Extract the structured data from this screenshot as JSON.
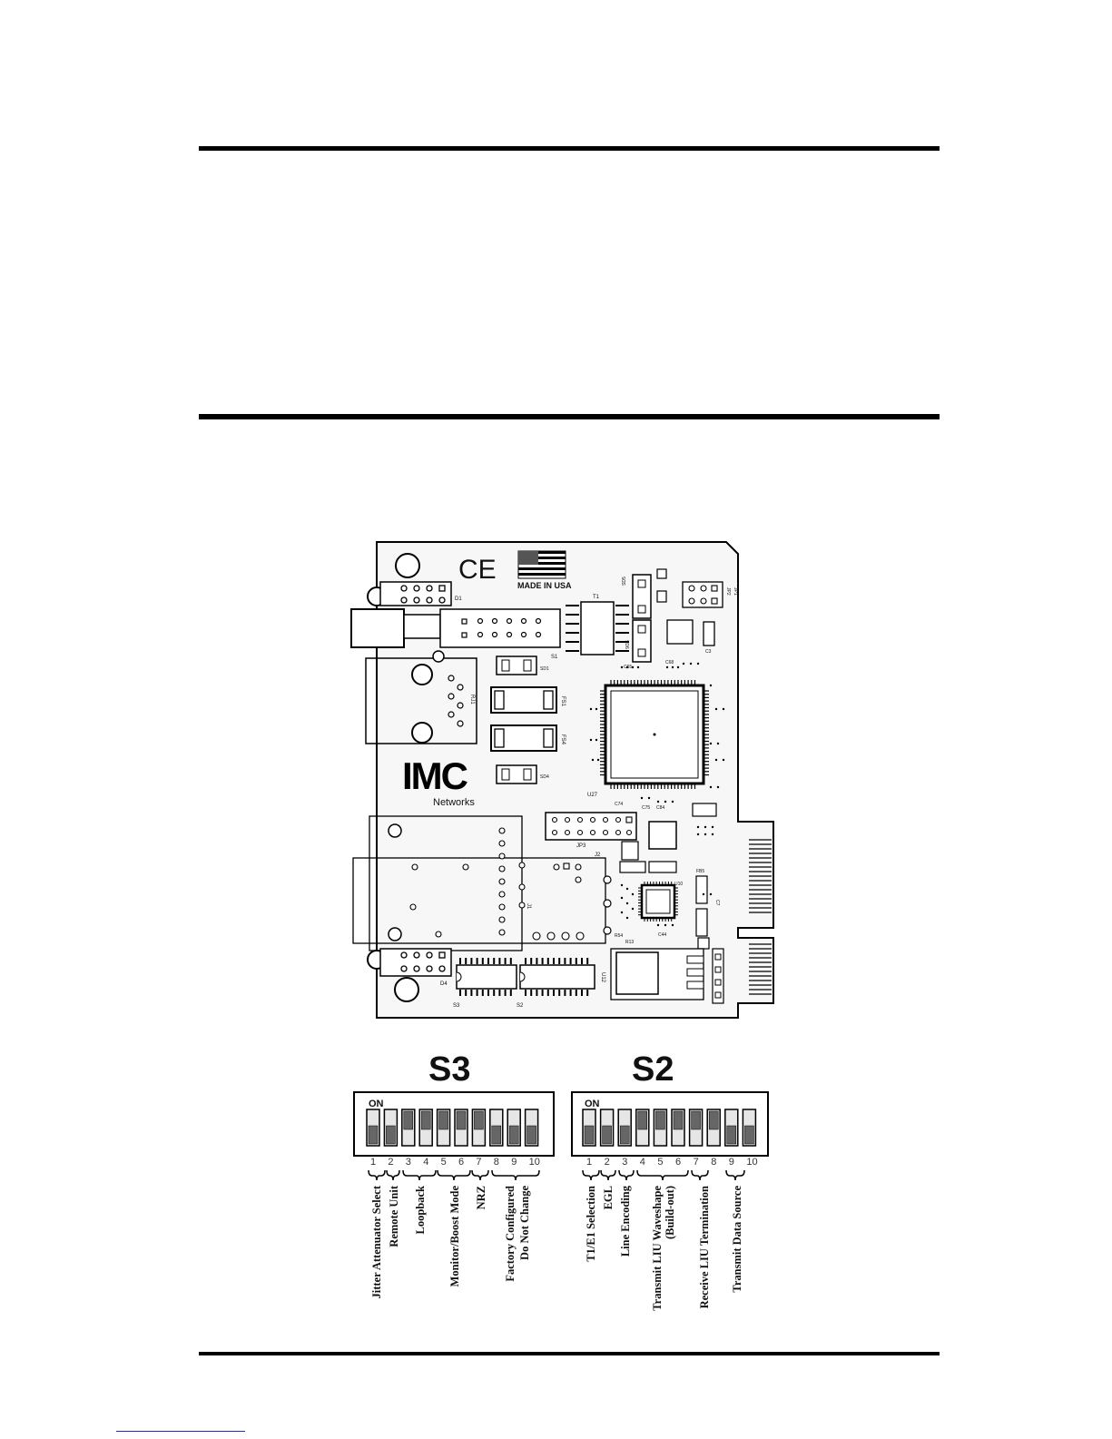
{
  "board": {
    "made_in": "MADE IN USA",
    "ce_mark": "CE",
    "logo_text": "IMC",
    "logo_sub": "Networks",
    "silkscreen": {
      "d1": "D1",
      "d4": "D4",
      "s1": "S1",
      "s2": "S2",
      "s3": "S3",
      "t1": "T1",
      "u27": "U27",
      "u10": "U10",
      "u12": "U12",
      "jp3": "JP3",
      "j1": "J1",
      "j2": "J2",
      "rj1": "RJ1",
      "fs1": "FS1",
      "fs4": "FS4",
      "sd1": "SD1",
      "sd4": "SD4",
      "sd5": "SD5",
      "sd6": "SD6",
      "c65": "C65",
      "c68": "C68",
      "c74": "C74",
      "c75": "C75",
      "c84": "C84",
      "fb5": "FB5",
      "r54": "R54",
      "r13": "R13",
      "c44": "C44",
      "c7": "C7",
      "c3": "C3",
      "jp1": "JP1",
      "jp2": "JP2"
    }
  },
  "switches": {
    "s3": {
      "title": "S3",
      "on_label": "ON",
      "positions": [
        "1",
        "2",
        "3",
        "4",
        "5",
        "6",
        "7",
        "8",
        "9",
        "10"
      ],
      "labels": [
        "Jitter Attenuator Select",
        "Remote Unit",
        "Loopback",
        "Monitor/Boost Mode",
        "NRZ",
        "Factory Configured",
        "Do Not Change"
      ]
    },
    "s2": {
      "title": "S2",
      "on_label": "ON",
      "positions": [
        "1",
        "2",
        "3",
        "4",
        "5",
        "6",
        "7",
        "8",
        "9",
        "10"
      ],
      "labels": [
        "T1/E1 Selection",
        "EGL",
        "Line Encoding",
        "Transmit LIU Waveshape",
        "(Build-out)",
        "Receive LIU Termination",
        "Transmit Data Source"
      ]
    }
  }
}
